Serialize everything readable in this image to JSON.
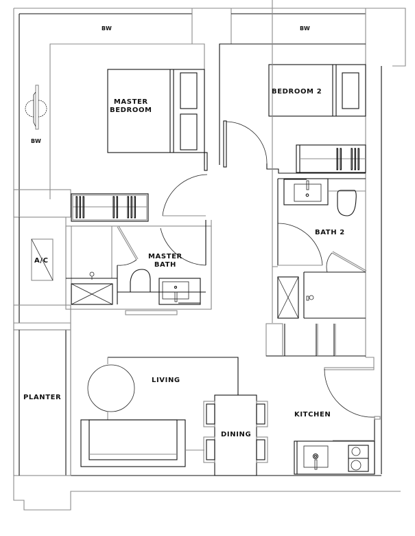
{
  "plan": {
    "type": "2-bedroom apartment floor plan",
    "rooms": {
      "master_bedroom": "MASTER\nBEDROOM",
      "master_bedroom_line1": "MASTER",
      "master_bedroom_line2": "BEDROOM",
      "bedroom_2": "BEDROOM 2",
      "master_bath_line1": "MASTER",
      "master_bath_line2": "BATH",
      "bath_2": "BATH 2",
      "living": "LIVING",
      "dining": "DINING",
      "kitchen": "KITCHEN",
      "planter": "PLANTER",
      "ac": "A/C"
    },
    "bay_windows": {
      "top_left": "BW",
      "top_right": "BW",
      "left_side": "BW"
    },
    "colors": {
      "line_dark": "#111111",
      "line_grey": "#8a8a8a",
      "background": "#ffffff"
    }
  }
}
